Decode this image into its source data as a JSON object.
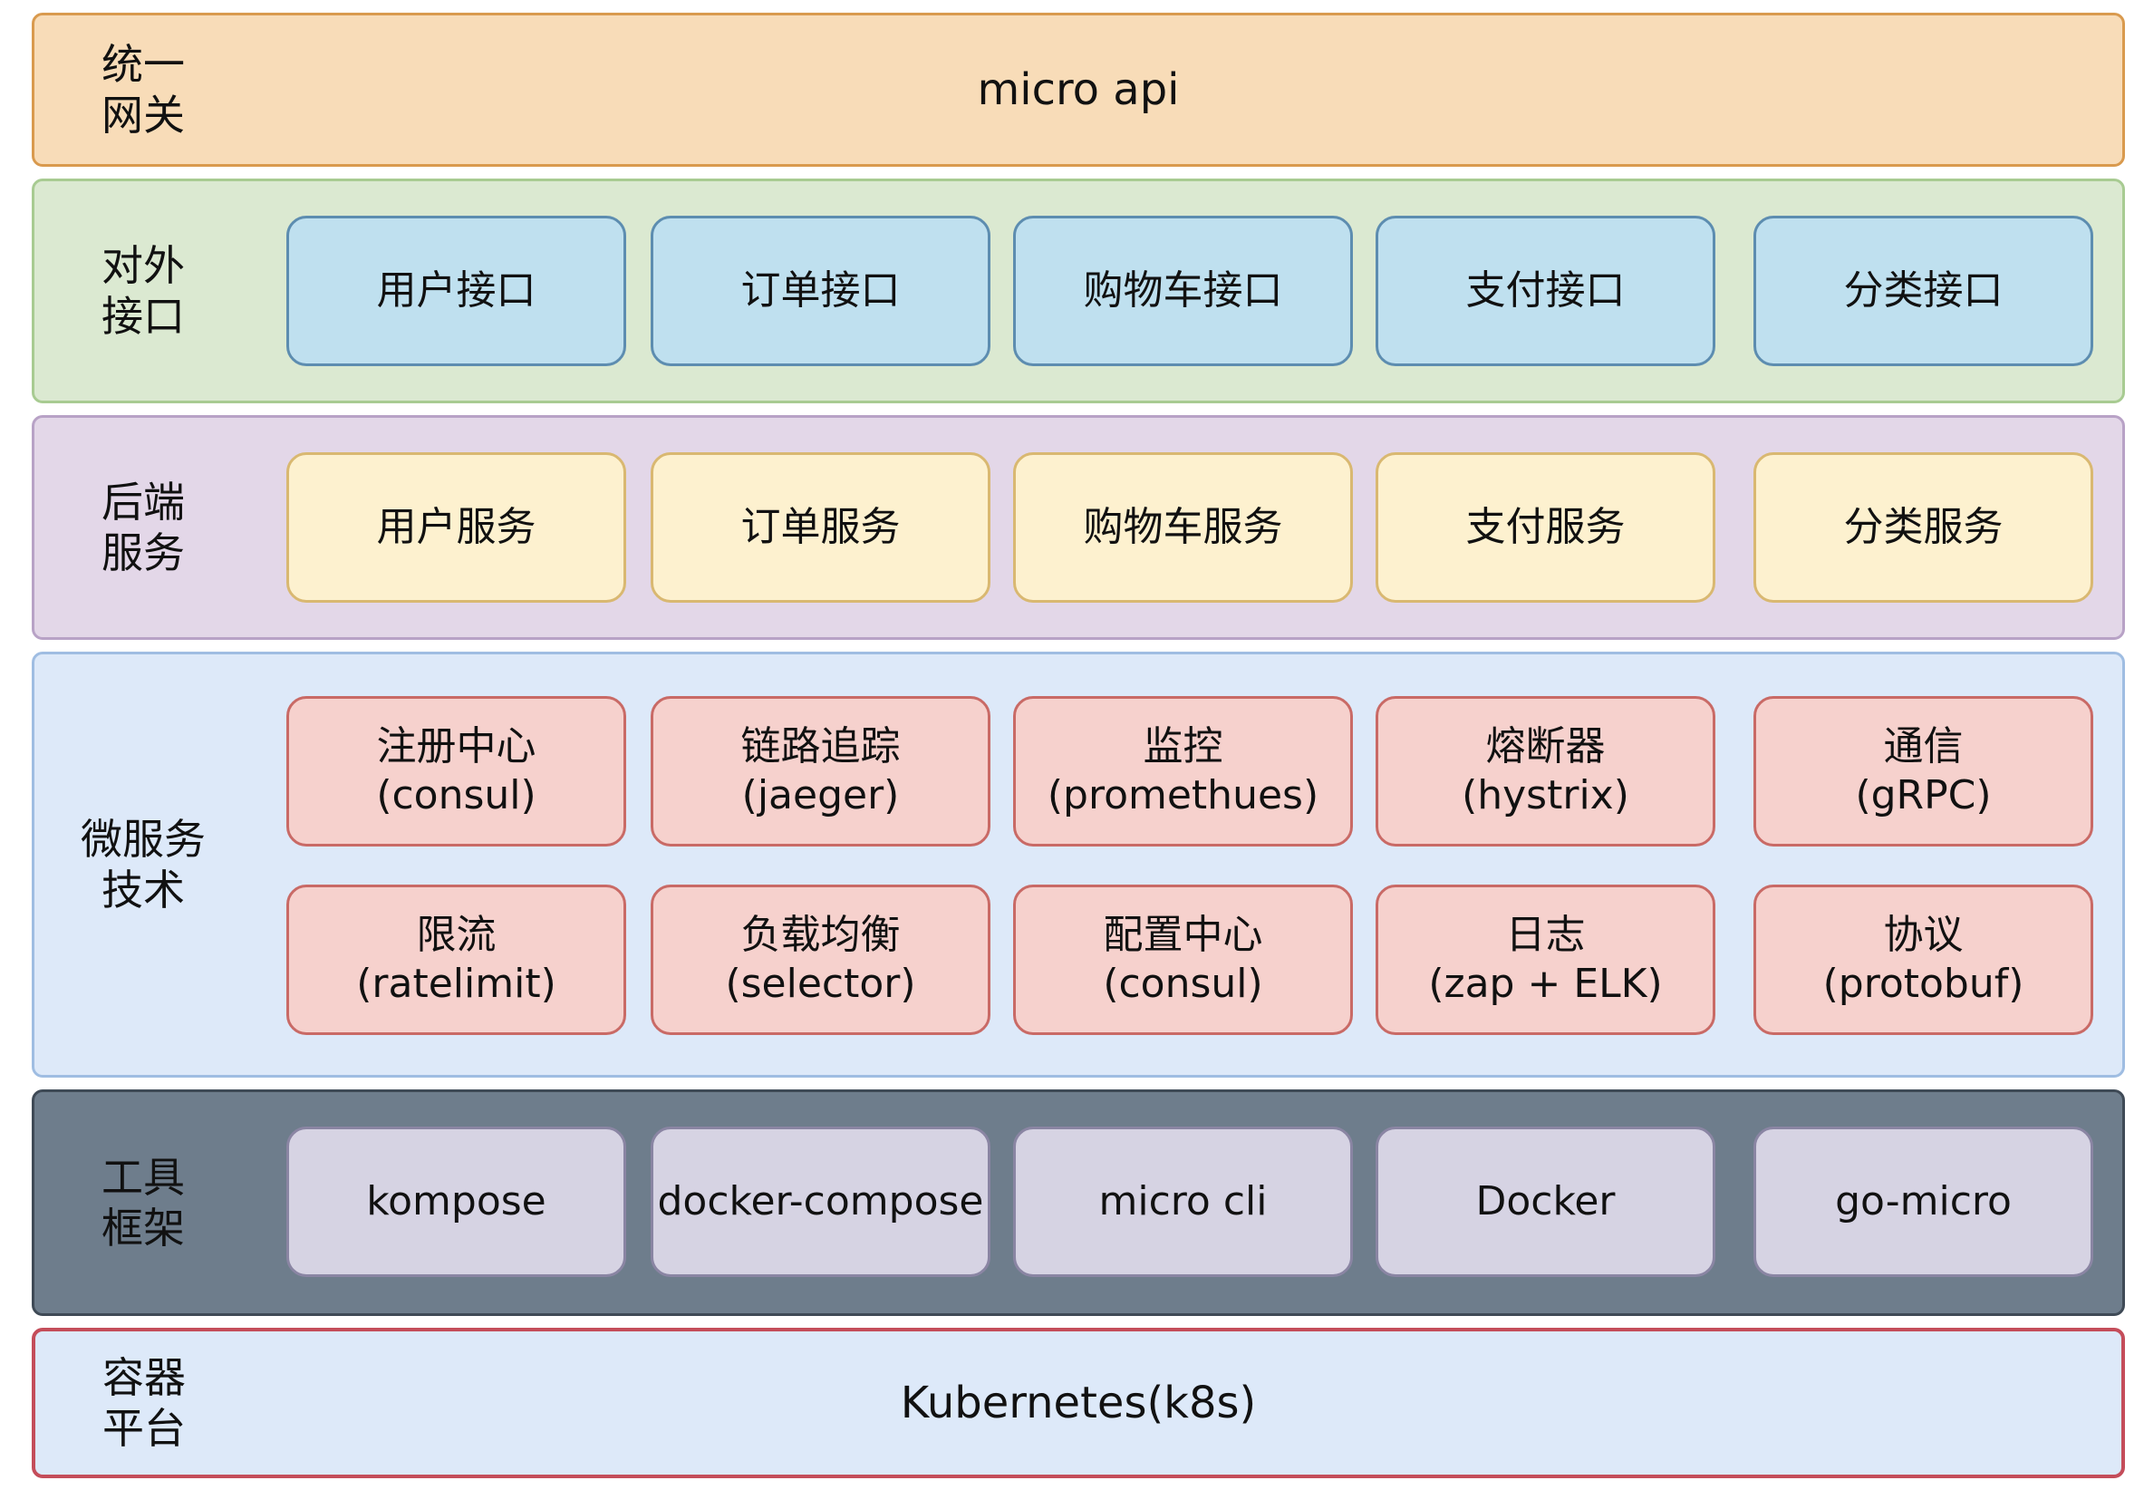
{
  "layers": {
    "gateway": {
      "label": "统一\n网关",
      "content": "micro api"
    },
    "external": {
      "label": "对外\n接口",
      "items": [
        "用户接口",
        "订单接口",
        "购物车接口",
        "支付接口",
        "分类接口"
      ]
    },
    "backend": {
      "label": "后端\n服务",
      "items": [
        "用户服务",
        "订单服务",
        "购物车服务",
        "支付服务",
        "分类服务"
      ]
    },
    "micro": {
      "label": "微服务\n技术",
      "row1": [
        "注册中心\n(consul)",
        "链路追踪\n(jaeger)",
        "监控\n(promethues)",
        "熔断器\n(hystrix)",
        "通信\n(gRPC)"
      ],
      "row2": [
        "限流\n(ratelimit)",
        "负载均衡\n(selector)",
        "配置中心\n(consul)",
        "日志\n(zap + ELK)",
        "协议\n(protobuf)"
      ]
    },
    "tools": {
      "label": "工具\n框架",
      "items": [
        "kompose",
        "docker-compose",
        "micro cli",
        "Docker",
        "go-micro"
      ]
    },
    "container": {
      "label": "容器\n平台",
      "content": "Kubernetes(k8s)"
    }
  },
  "colors": {
    "gateway_bg": "#f8dcb8",
    "external_bg": "#dbe9d1",
    "backend_bg": "#e3d7e8",
    "micro_bg": "#dde9f9",
    "tools_bg": "#6e7d8c",
    "container_border": "#c44d5a"
  }
}
